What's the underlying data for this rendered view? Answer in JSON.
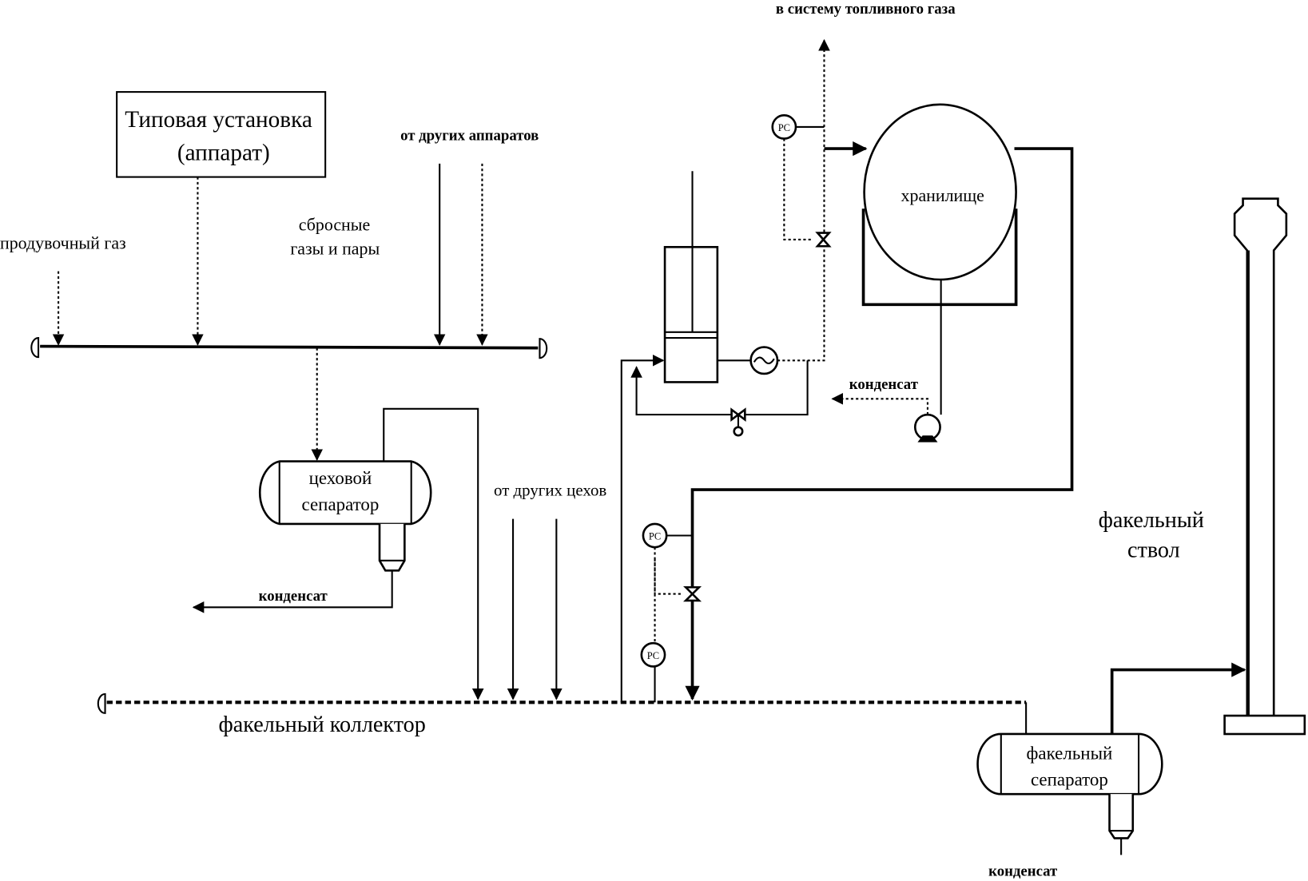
{
  "diagram": {
    "unit_box": {
      "line1": "Типовая установка",
      "line2": "(аппарат)"
    },
    "labels": {
      "purge_gas": "продувочный газ",
      "waste_gases_1": "сбросные",
      "waste_gases_2": "газы и пары",
      "from_other_apparatus": "от других аппаратов",
      "from_other_shops": "от других цехов",
      "to_fuel_gas": "в систему топливного газа",
      "flare_header": "факельный коллектор",
      "flare_stack_1": "факельный",
      "flare_stack_2": "ствол",
      "condensate_shop": "конденсат",
      "condensate_storage": "конденсат",
      "condensate_flare": "конденсат"
    },
    "shop_separator": {
      "line1": "цеховой",
      "line2": "сепаратор"
    },
    "flare_separator": {
      "line1": "факельный",
      "line2": "сепаратор"
    },
    "storage": {
      "label": "хранилище"
    },
    "controllers": [
      {
        "label": "PC"
      },
      {
        "label": "PC"
      },
      {
        "label": "PC"
      }
    ]
  }
}
